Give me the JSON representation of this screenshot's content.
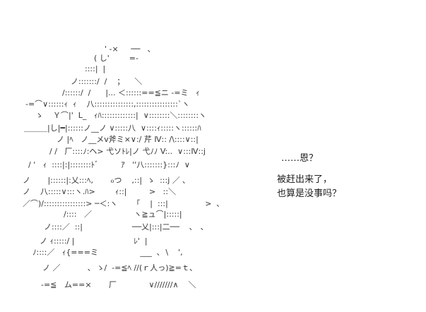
{
  "art": {
    "lines": [
      "' ‐×     ──   ､",
      "( し'        =-",
      "::::|  |",
      "ノ:::::::/  /    ；    ＼",
      "/::::::/  /      |... ＜::::::==≦ニ -=ミ   ｨ",
      "‐=⌒∨::::::ｨ  ｨ    八:::::::::::::::,::::::::::::::::`ヽ",
      "ゝ    Ｙ⌒|'  L_   ｨﾊ:::::::::::::|  ∨::::::::＼::::::::ヽ",
      "＿＿＿|し|━|::::::ノ__ノ ∨:::::八  ∨::::ｨ:::::ヽ::::::ﾊ",
      "ノ |ﾍ   ノ__メv斧ミ×∨:/ 芹 Ⅳ:: /\\::::∨::|",
      "/ /   厂::::ﾉ:ヘ> 弋ソﾄﾚ|ノ 弋ﾉﾉ V:..  ∨:::Ⅳ::j",
      "/ '   ｨ  ::::|:|::::::::ﾄﾞ         ｱ   ''八:::::::}:::ﾉ  ∨",
      "ノ       |::::::|:乂:::ﾍ,       ℴつ    ,::|  ゝ  :::j ／ ､",
      "ノ    八:::::∨:::ヽ.ﾊ>        ｨ::|         >   ::＼",
      "／⌒)/::::::::::::::::> ─＜:ヽ      「    |  :::|               >  ､",
      "/::::   ／                 ヽ≧ュ⌒|:::::|",
      "ノ::::／  ::|                    ──乂|:::|二──    ､   ､",
      "ノ ｨ:::::/ |                        ﾚ'  |",
      "ﾉ::::／   ｨ{===ミ                 ___  ､  \\    ',",
      "ノ ／           ､  ゝ/  -=≦ﾍ //(ｒ人っ)≧=ｔ、",
      "-=≦   ム==×       厂             ∨///////∧    ＼"
    ]
  },
  "dialogue": {
    "line1": "……恩？",
    "line2": "被赶出来了，",
    "line3": "也算是没事吗？"
  }
}
